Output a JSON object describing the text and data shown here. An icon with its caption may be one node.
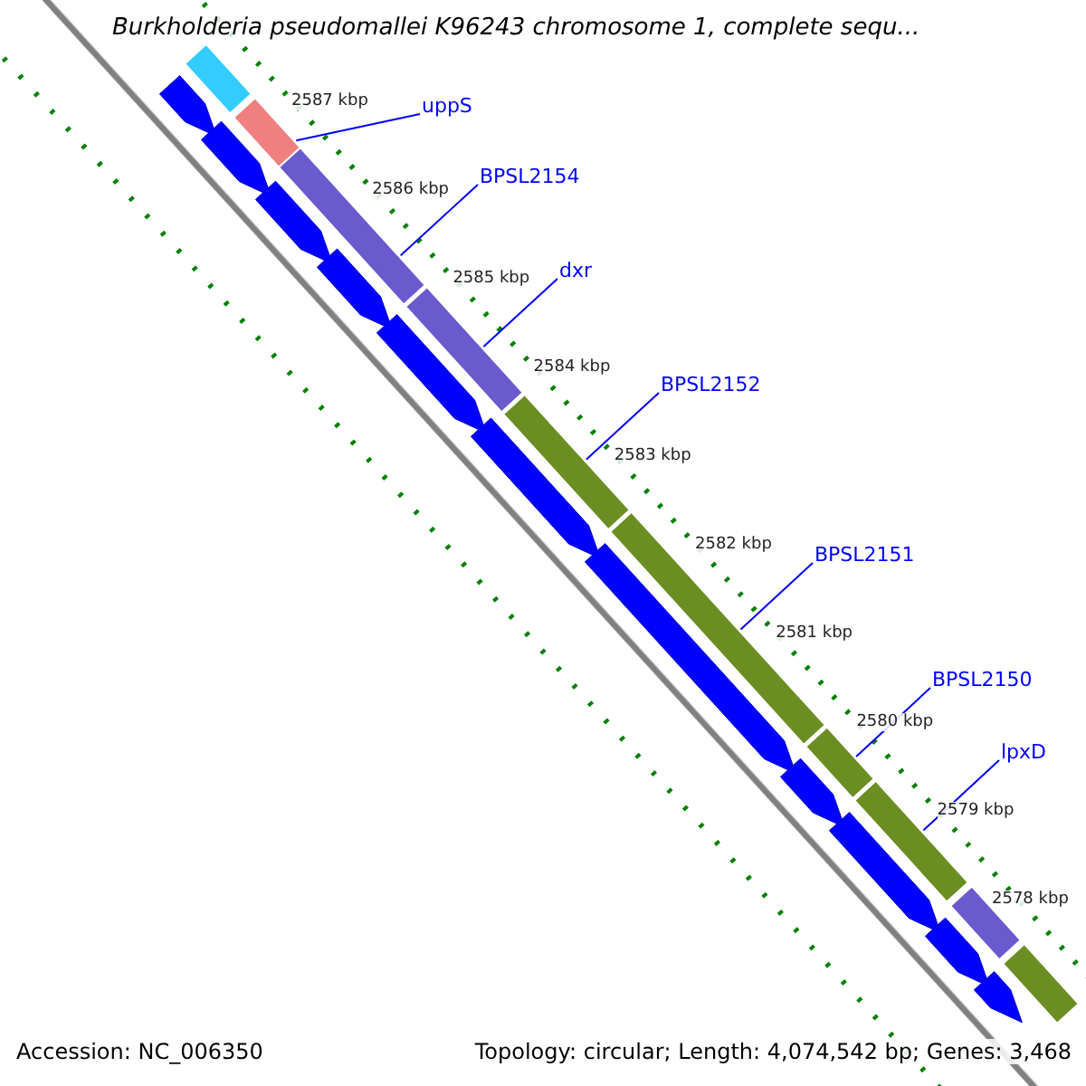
{
  "diagram": {
    "title": "Burkholderia pseudomallei K96243 chromosome 1, complete sequ...",
    "nodes": [
      {
        "text": [
          "uppS"
        ]
      },
      {
        "text": [],
        "shape": "bar"
      },
      {
        "text": [
          "BPSL2154"
        ]
      },
      {
        "text": [],
        "shape": "bar"
      },
      {
        "text": [
          "dxr"
        ]
      },
      {
        "text": [],
        "shape": "bar"
      },
      {
        "text": [
          "BPSL2152"
        ]
      },
      {
        "text": [],
        "shape": "bar"
      },
      {
        "text": [
          "BPSL2151"
        ]
      },
      {
        "text": [],
        "shape": "bar"
      },
      {
        "text": [
          "BPSL2150"
        ]
      },
      {
        "text": [],
        "shape": "bar"
      },
      {
        "text": [
          "lpxD"
        ]
      },
      {
        "text": [],
        "shape": "bar"
      },
      {
        "text": [],
        "shape": "bar"
      },
      {
        "text": [],
        "shape": "bar"
      },
      {
        "text": [],
        "shape": "bar"
      },
      {
        "text": [],
        "shape": "pentagon"
      },
      {
        "text": [],
        "shape": "pentagon"
      },
      {
        "text": [],
        "shape": "pentagon"
      },
      {
        "text": [],
        "shape": "pentagon"
      },
      {
        "text": [],
        "shape": "pentagon"
      },
      {
        "text": [],
        "shape": "pentagon"
      },
      {
        "text": [],
        "shape": "pentagon"
      },
      {
        "text": [],
        "shape": "pentagon"
      },
      {
        "text": [],
        "shape": "pentagon"
      },
      {
        "text": [],
        "shape": "pentagon"
      },
      {
        "text": [],
        "shape": "pentagon"
      }
    ],
    "edges": [
      {
        "from": 0,
        "to": 1,
        "arrow": "none"
      },
      {
        "from": 2,
        "to": 3,
        "arrow": "none"
      },
      {
        "from": 4,
        "to": 5,
        "arrow": "none"
      },
      {
        "from": 6,
        "to": 7,
        "arrow": "none"
      },
      {
        "from": 8,
        "to": 9,
        "arrow": "none"
      },
      {
        "from": 10,
        "to": 11,
        "arrow": "none"
      },
      {
        "from": 12,
        "to": 13,
        "arrow": "none"
      }
    ],
    "labels": [
      "2587 kbp",
      "2586 kbp",
      "2585 kbp",
      "2584 kbp",
      "2583 kbp",
      "2582 kbp",
      "2581 kbp",
      "2580 kbp",
      "2579 kbp",
      "2578 kbp",
      "Accession: NC_006350",
      "Topology: circular; Length: 4,074,542 bp; Genes: 3,468"
    ]
  }
}
